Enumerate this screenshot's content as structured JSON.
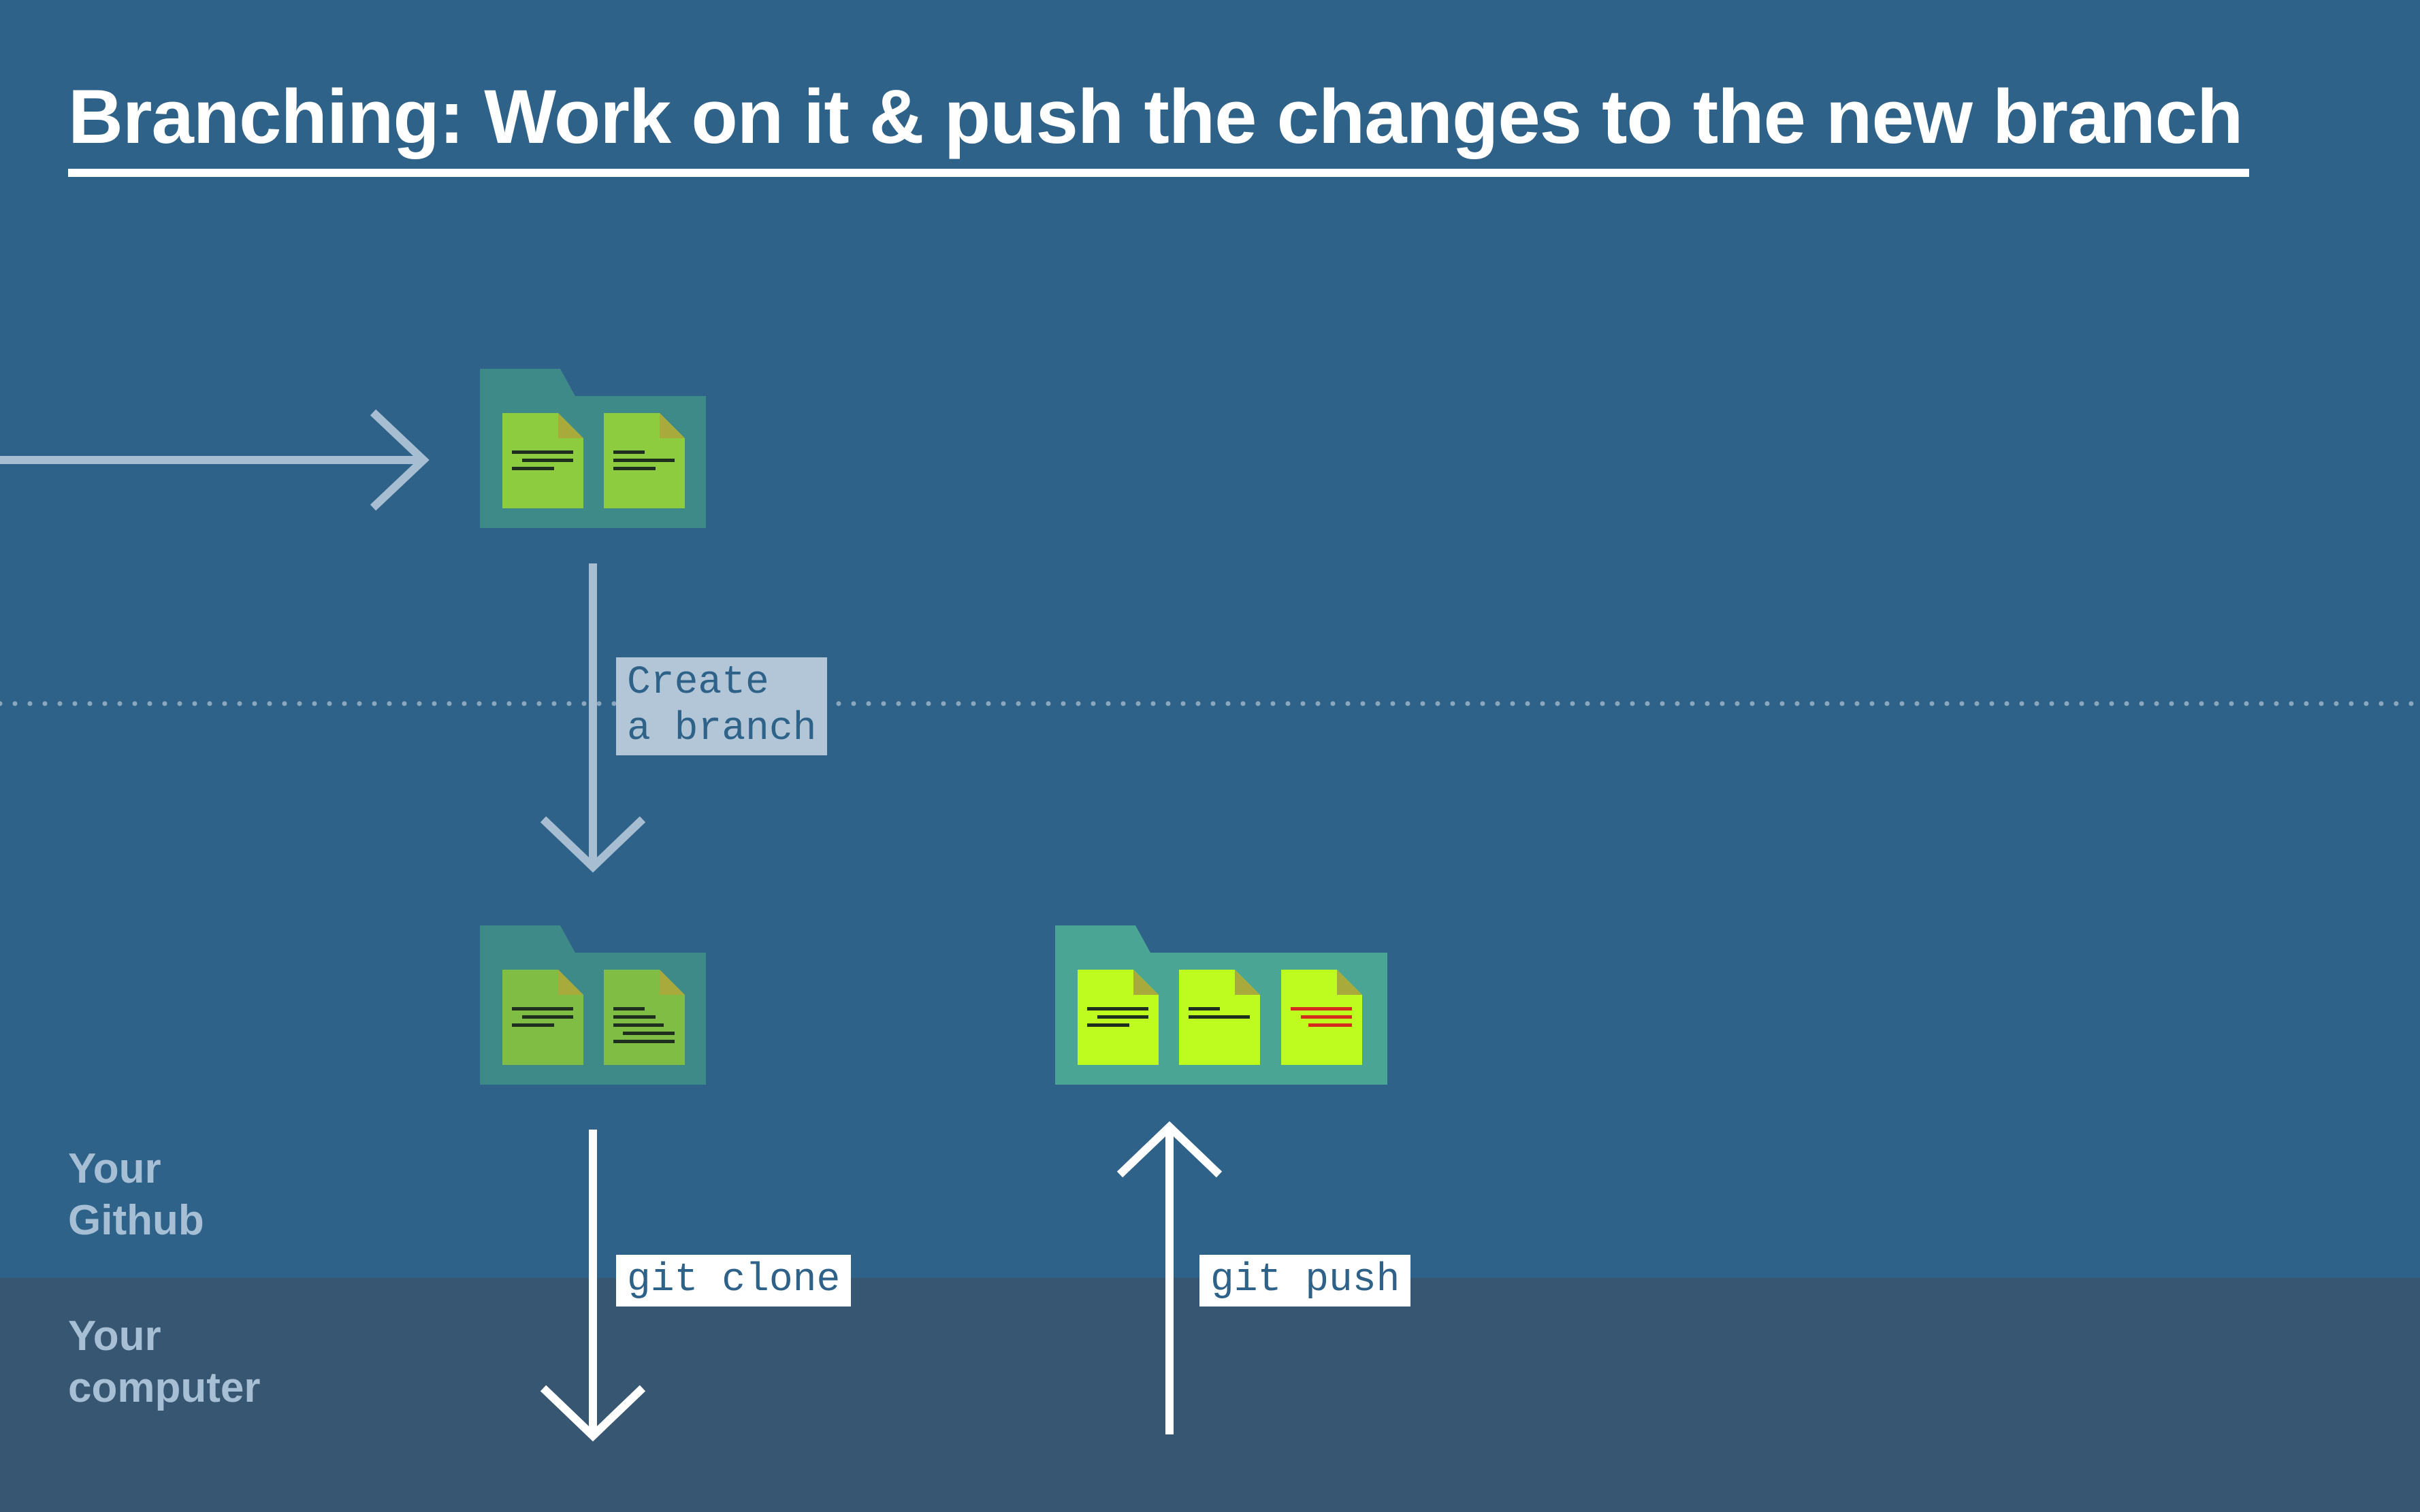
{
  "title": "Branching: Work on it & push the changes to the new branch",
  "labels": {
    "github": "Your\nGithub",
    "computer": "Your\ncomputer"
  },
  "steps": {
    "create_branch": "Create\na branch",
    "clone": "git clone",
    "push": "git push"
  },
  "colors": {
    "background": "#2f6288",
    "computer_band": "#375672",
    "folder_original": "#3d8a89",
    "folder_changed": "#4aa594",
    "file_original": "#8dcb3f",
    "file_branch": "#7fbd44",
    "file_changed": "#bdfc1e",
    "changed_line": "#d52b1e",
    "arrow_soft": "#a7bed2",
    "arrow_white": "#ffffff"
  },
  "icons": [
    "folder-icon",
    "file-icon",
    "arrow-right-icon",
    "arrow-down-icon",
    "arrow-up-icon"
  ]
}
